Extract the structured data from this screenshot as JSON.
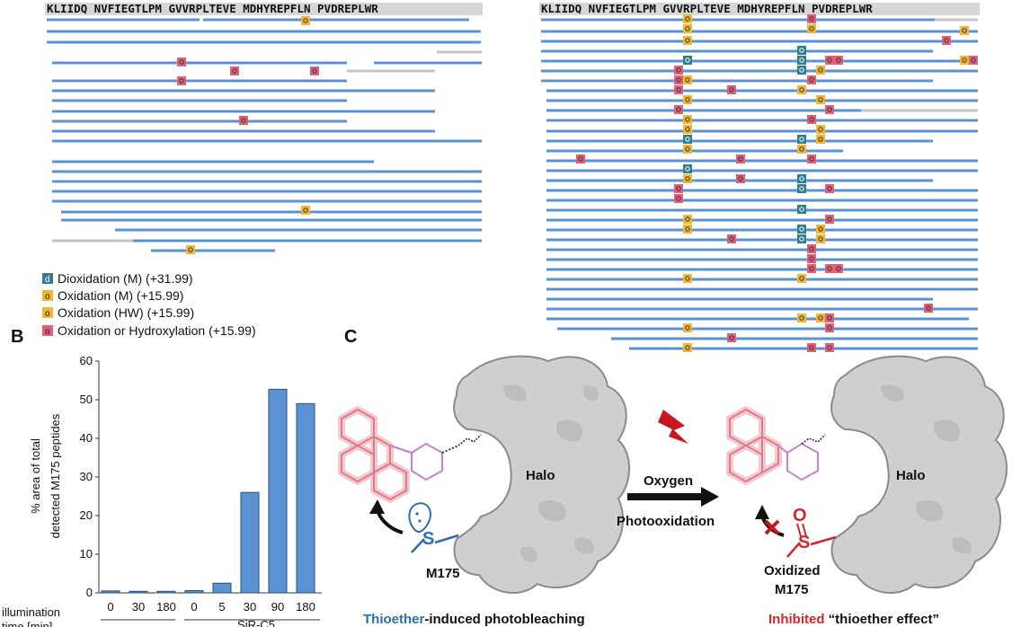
{
  "panel_a": {
    "sequence_left": "KLIIDQ NVFIEGTLPM GVVRPLTEVE MDHYREPFLN PVDREPLWR",
    "sequence_right": "KLIIDQ NVFIEGTLPM GVVRPLTEVE MDHYREPFLN PVDREPLWR",
    "legend": [
      {
        "symbol": "d",
        "label": "Dioxidation (M) (+31.99)",
        "color": "#2f7f8f"
      },
      {
        "symbol": "o",
        "label": "Oxidation (M) (+15.99)",
        "color": "#f2b632"
      },
      {
        "symbol": "o",
        "label": "Oxidation (HW) (+15.99)",
        "color": "#f2b632"
      },
      {
        "symbol": "o",
        "label": "Oxidation or Hydroxylation (+15.99)",
        "color": "#e0607a"
      }
    ]
  },
  "panel_b": {
    "letter": "B"
  },
  "panel_c": {
    "letter": "C",
    "left_protein": "Halo",
    "right_protein": "Halo",
    "left_residue": "M175",
    "right_residue_line1": "Oxidized",
    "right_residue_line2": "M175",
    "arrow_top": "Oxygen",
    "arrow_bottom": "Photooxidation",
    "caption_left_colored": "Thioether",
    "caption_left_rest": "-induced photobleaching",
    "caption_right_colored": "Inhibited",
    "caption_right_rest": " “thioether effect”",
    "s_atom": "S",
    "o_atom": "O"
  },
  "chart_data": {
    "type": "bar",
    "ylabel_line1": "% area of total",
    "ylabel_line2": "detected M175 peptides",
    "xlabel_left": "illumination",
    "xlabel_left2": "time [min]",
    "categories": [
      "0",
      "30",
      "180",
      "0",
      "5",
      "30",
      "90",
      "180"
    ],
    "values": [
      0.5,
      0.4,
      0.4,
      0.6,
      2.5,
      26,
      52.7,
      49
    ],
    "group_labels": [
      "",
      "SiR-C5"
    ],
    "yticks": [
      "0",
      "10",
      "20",
      "30",
      "40",
      "50",
      "60"
    ],
    "ylim": [
      0,
      60
    ],
    "bar_color": "#5b92d2"
  }
}
